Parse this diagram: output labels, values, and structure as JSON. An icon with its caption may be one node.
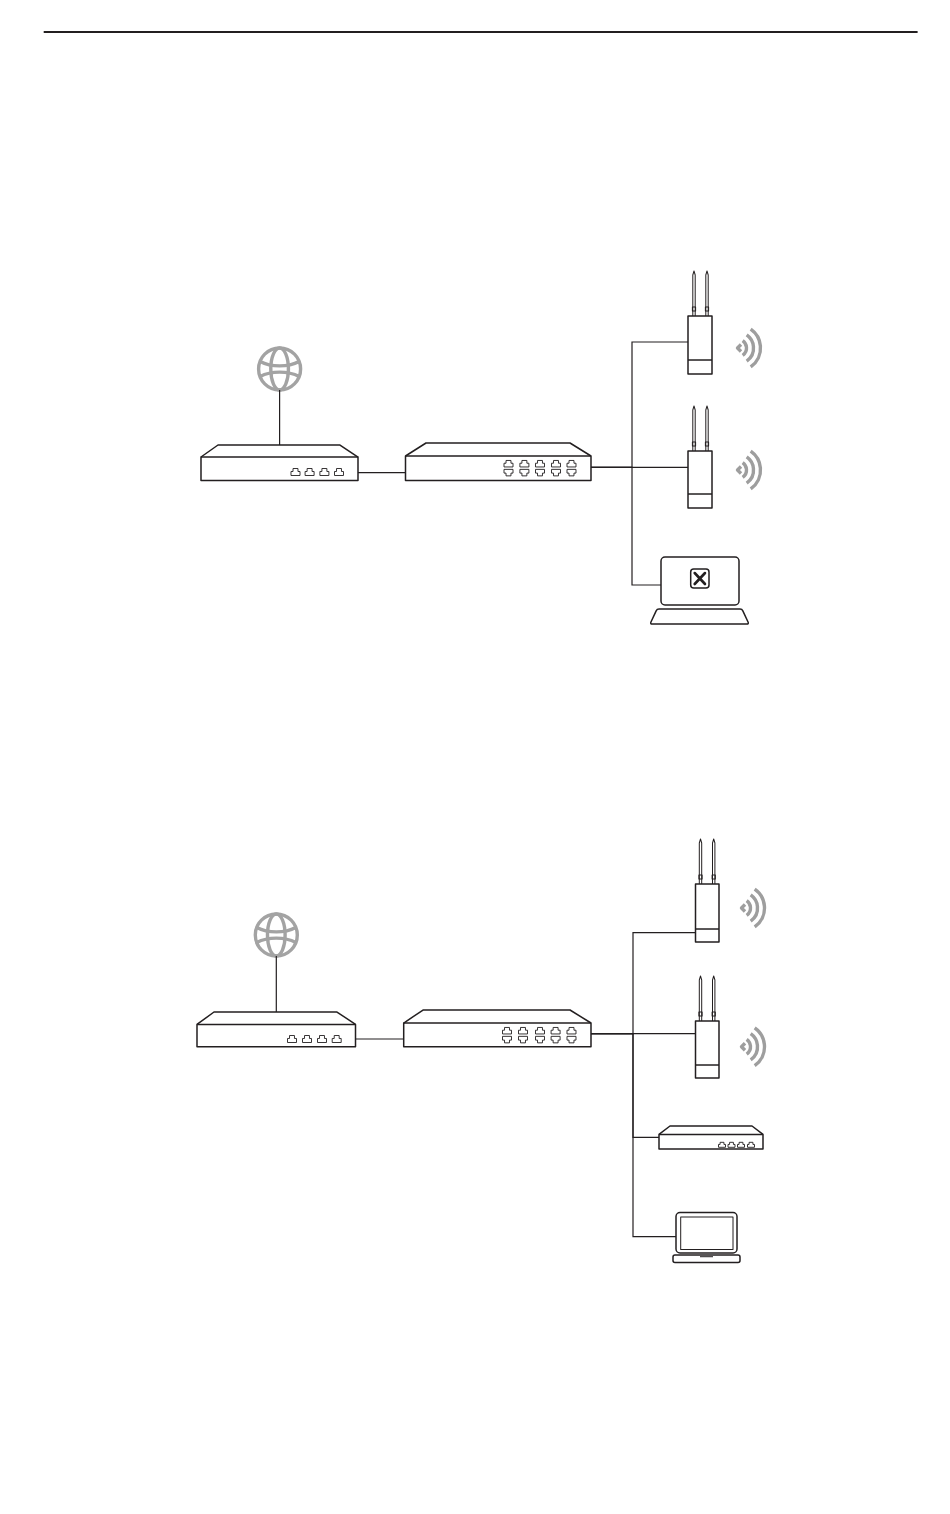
{
  "diagram": {
    "nodes": [
      {
        "text": [],
        "shape": "picture"
      },
      {
        "text": [],
        "shape": "picture"
      },
      {
        "text": [],
        "shape": "picture"
      },
      {
        "text": [],
        "shape": "picture"
      },
      {
        "text": [],
        "shape": "picture"
      },
      {
        "text": [],
        "shape": "picture"
      },
      {
        "text": [],
        "shape": "picture"
      },
      {
        "text": [],
        "shape": "picture"
      },
      {
        "text": [],
        "shape": "picture"
      },
      {
        "text": [],
        "shape": "picture"
      },
      {
        "text": [],
        "shape": "picture"
      },
      {
        "text": [],
        "shape": "picture"
      },
      {
        "text": [],
        "shape": "picture"
      }
    ],
    "edges": [
      {
        "from": 0,
        "to": 1,
        "arrow": "none"
      },
      {
        "from": 1,
        "to": 2,
        "arrow": "none"
      },
      {
        "from": 2,
        "to": 3,
        "arrow": "none"
      },
      {
        "from": 2,
        "to": 4,
        "arrow": "none"
      },
      {
        "from": 2,
        "to": 5,
        "arrow": "none"
      },
      {
        "from": 6,
        "to": 7,
        "arrow": "none"
      },
      {
        "from": 7,
        "to": 8,
        "arrow": "none"
      },
      {
        "from": 8,
        "to": 9,
        "arrow": "none"
      },
      {
        "from": 8,
        "to": 10,
        "arrow": "none"
      },
      {
        "from": 8,
        "to": 11,
        "arrow": "none"
      },
      {
        "from": 8,
        "to": 12,
        "arrow": "none"
      }
    ]
  }
}
